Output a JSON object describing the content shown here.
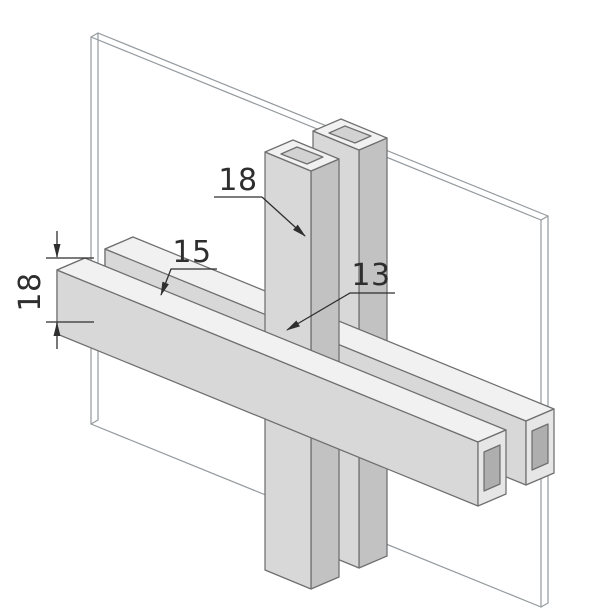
{
  "dimensions": {
    "tube_width_top": {
      "value": "18"
    },
    "rail_top_face": {
      "value": "15"
    },
    "gap_width": {
      "value": "13"
    },
    "rail_height_left": {
      "value": "18"
    }
  },
  "colors": {
    "background": "#ffffff",
    "panel_outline": "#949a9e",
    "tube_outline": "#6f6f6f",
    "tube_top_face": "#f1f1f1",
    "tube_front_face": "#d8d8d8",
    "tube_side_face": "#c2c2c2",
    "tube_end_face": "#e6e6e6",
    "tube_top_hole": "#d2d2d2",
    "tube_end_hole": "#aeaeae",
    "dimension": "#2e2e2e"
  }
}
